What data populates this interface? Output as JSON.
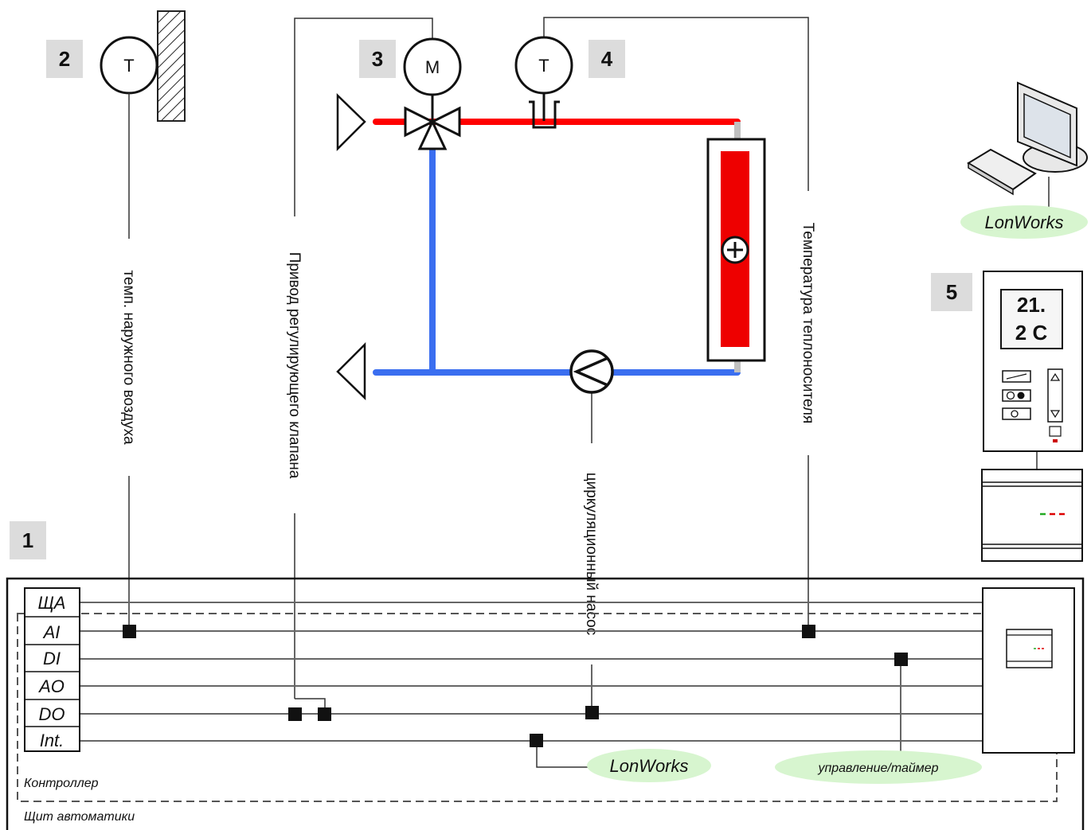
{
  "badges": {
    "cabinet": "1",
    "outdoor_sensor": "2",
    "valve": "3",
    "supply_sensor": "4",
    "room_unit": "5"
  },
  "symbols": {
    "temperature": "T",
    "motor": "M"
  },
  "io_rows": [
    "ЩА",
    "AI",
    "DI",
    "AO",
    "DO",
    "Int."
  ],
  "wires": {
    "outdoor_temp": "темп. наружного воздуха",
    "valve_drive": "Привод регулирующего клапана",
    "pump": "циркуляционный насос",
    "supply_temp": "Температура теплоносителя"
  },
  "bubbles": {
    "lonworks_pc": "LonWorks",
    "lonworks_bus": "LonWorks",
    "control_timer": "управление/таймер"
  },
  "room_unit": {
    "display_line1": "21.",
    "display_line2": "2 C"
  },
  "labels": {
    "controller": "Контроллер",
    "cabinet": "Щит автоматики"
  },
  "colors": {
    "supply": "#ff0000",
    "return": "#3a6ef0",
    "bubble": "#d7f5cf",
    "badge": "#dcdcdc"
  }
}
